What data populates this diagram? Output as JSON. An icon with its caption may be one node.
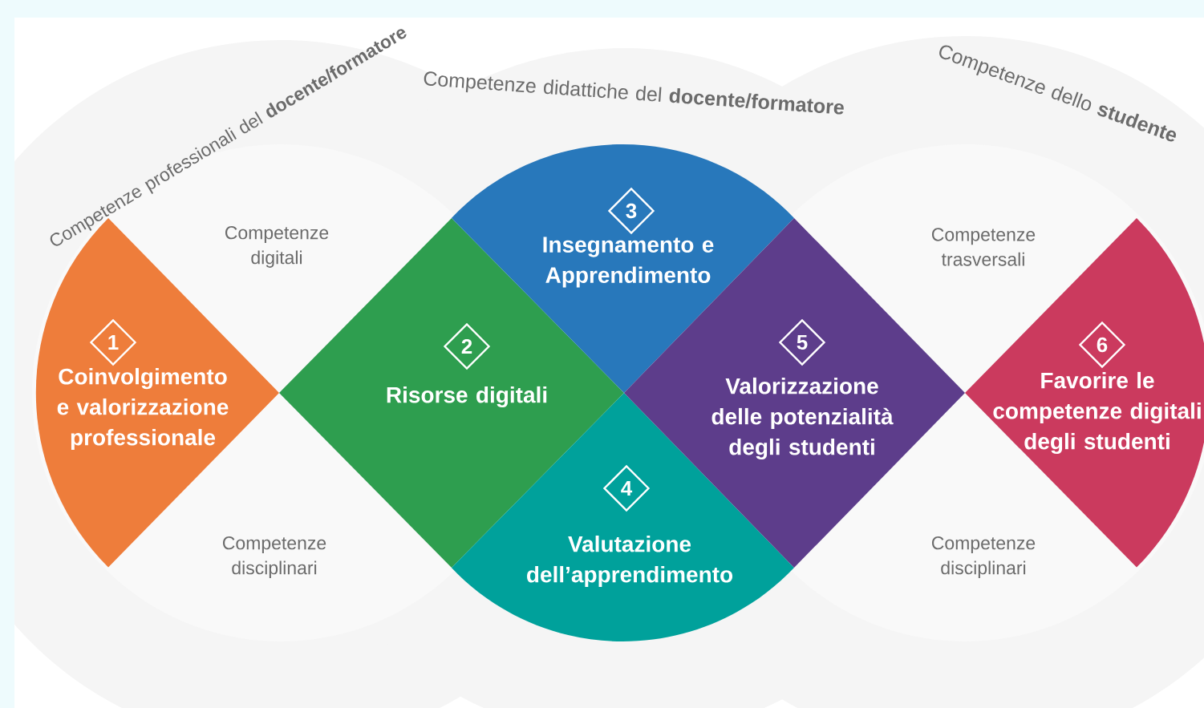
{
  "diagram": {
    "nodes": [
      {
        "text": [
          "Coinvolgimento e valorizzazione professionale"
        ]
      },
      {
        "text": [
          "1"
        ],
        "in": 0
      },
      {
        "text": [
          "Risorse digitali"
        ]
      },
      {
        "text": [
          "2"
        ],
        "in": 2
      },
      {
        "text": [
          "Insegnamento e Apprendimento"
        ]
      },
      {
        "text": [
          "3"
        ],
        "in": 4
      },
      {
        "text": [
          "Valutazione dell’apprendimento"
        ]
      },
      {
        "text": [
          "4"
        ],
        "in": 6
      },
      {
        "text": [
          "Valorizzazione delle potenzialità degli studenti"
        ]
      },
      {
        "text": [
          "5"
        ],
        "in": 8
      },
      {
        "text": [
          "Favorire le competenze digitali degli studenti"
        ]
      },
      {
        "text": [
          "6"
        ],
        "in": 10
      }
    ],
    "edges": [],
    "labels": [
      "Competenze professionali del **docente/formatore**",
      "Competenze didattiche del **docente/formatore**",
      "Competenze dello **studente**",
      "Competenze digitali",
      "Competenze trasversali",
      "Competenze disciplinari",
      "Competenze disciplinari"
    ]
  }
}
